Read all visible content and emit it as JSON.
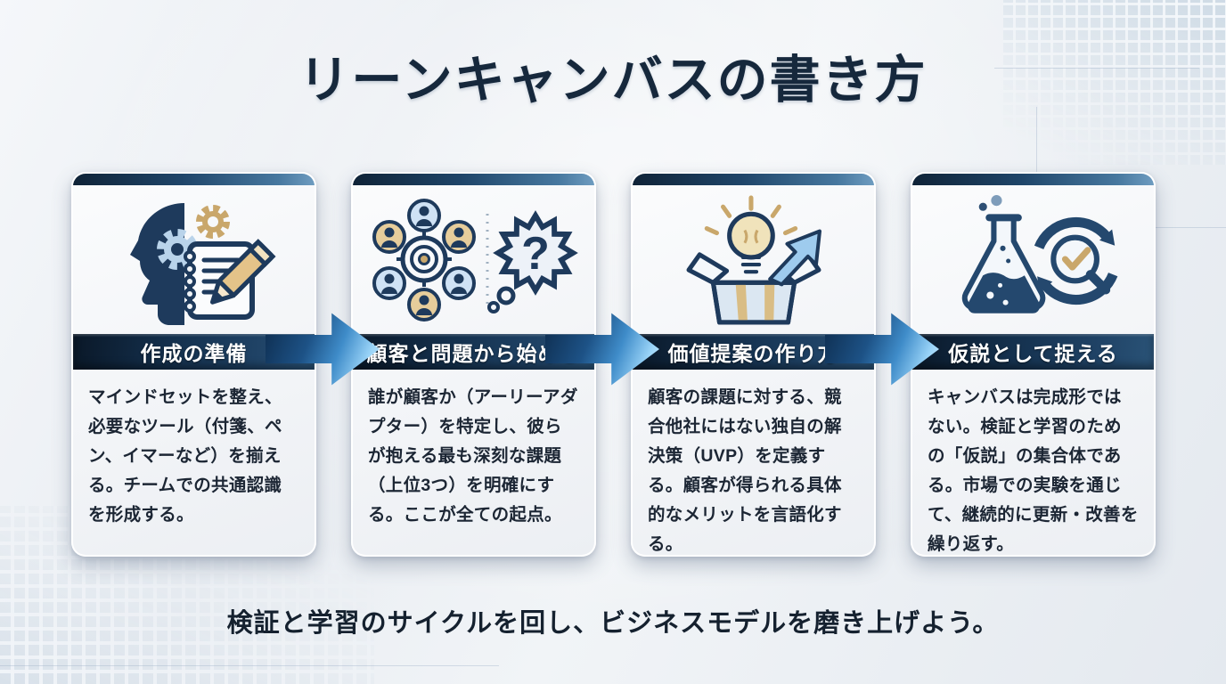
{
  "page": {
    "title": "リーンキャンバスの書き方",
    "footer": "検証と学習のサイクルを回し、ビジネスモデルを磨き上げよう。"
  },
  "steps": [
    {
      "title": "作成の準備",
      "icon": "mindset-tools-icon",
      "body": "マインドセットを整え、必要なツール（付箋、ペン、イマーなど）を揃える。チームでの共通認識を形成する。"
    },
    {
      "title": "顧客と問題から始める",
      "icon": "customer-problem-icon",
      "body": "誰が顧客か（アーリーアダプター）を特定し、彼らが抱える最も深刻な課題（上位3つ）を明確にする。ここが全ての起点。"
    },
    {
      "title": "価値提案の作り方",
      "icon": "uvp-lightbulb-box-icon",
      "body": "顧客の課題に対する、競合他社にはない独自の解決策（UVP）を定義する。顧客が得られる具体的なメリットを言語化する。"
    },
    {
      "title": "仮説として捉える",
      "icon": "hypothesis-flask-cycle-icon",
      "body": "キャンバスは完成形ではない。検証と学習のための「仮説」の集合体である。市場での実験を通じて、継続的に更新・改善を繰り返す。"
    }
  ],
  "colors": {
    "background": "#edf1f5",
    "title_text": "#16283c",
    "card_background": "#f5f7f9",
    "banner_background": "#14304d",
    "banner_text": "#ffffff",
    "body_text": "#1c2634",
    "arrow_blue": "#4a9ad8",
    "accent_navy": "#1e3a5c",
    "accent_gold": "#c9a76b",
    "accent_lightblue": "#cfe2f5"
  }
}
